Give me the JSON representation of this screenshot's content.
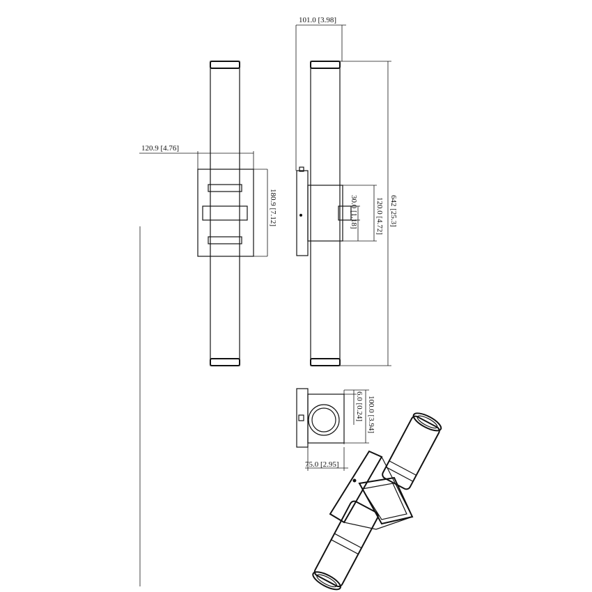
{
  "dimensions": {
    "front_width": "120.9 [4.76]",
    "front_backplate_height": "180.9 [7.12]",
    "side_depth": "101.0 [3.98]",
    "side_overall_height": "642 [25.3]",
    "side_backplate_height": "120.0 [4.72]",
    "side_band_height": "30.0 [1.18]",
    "top_depth": "100.0 [3.94]",
    "top_offset": "6.0 [0.24]",
    "top_width": "75.0 [2.95]"
  },
  "colors": {
    "line": "#111111",
    "background": "#ffffff"
  }
}
